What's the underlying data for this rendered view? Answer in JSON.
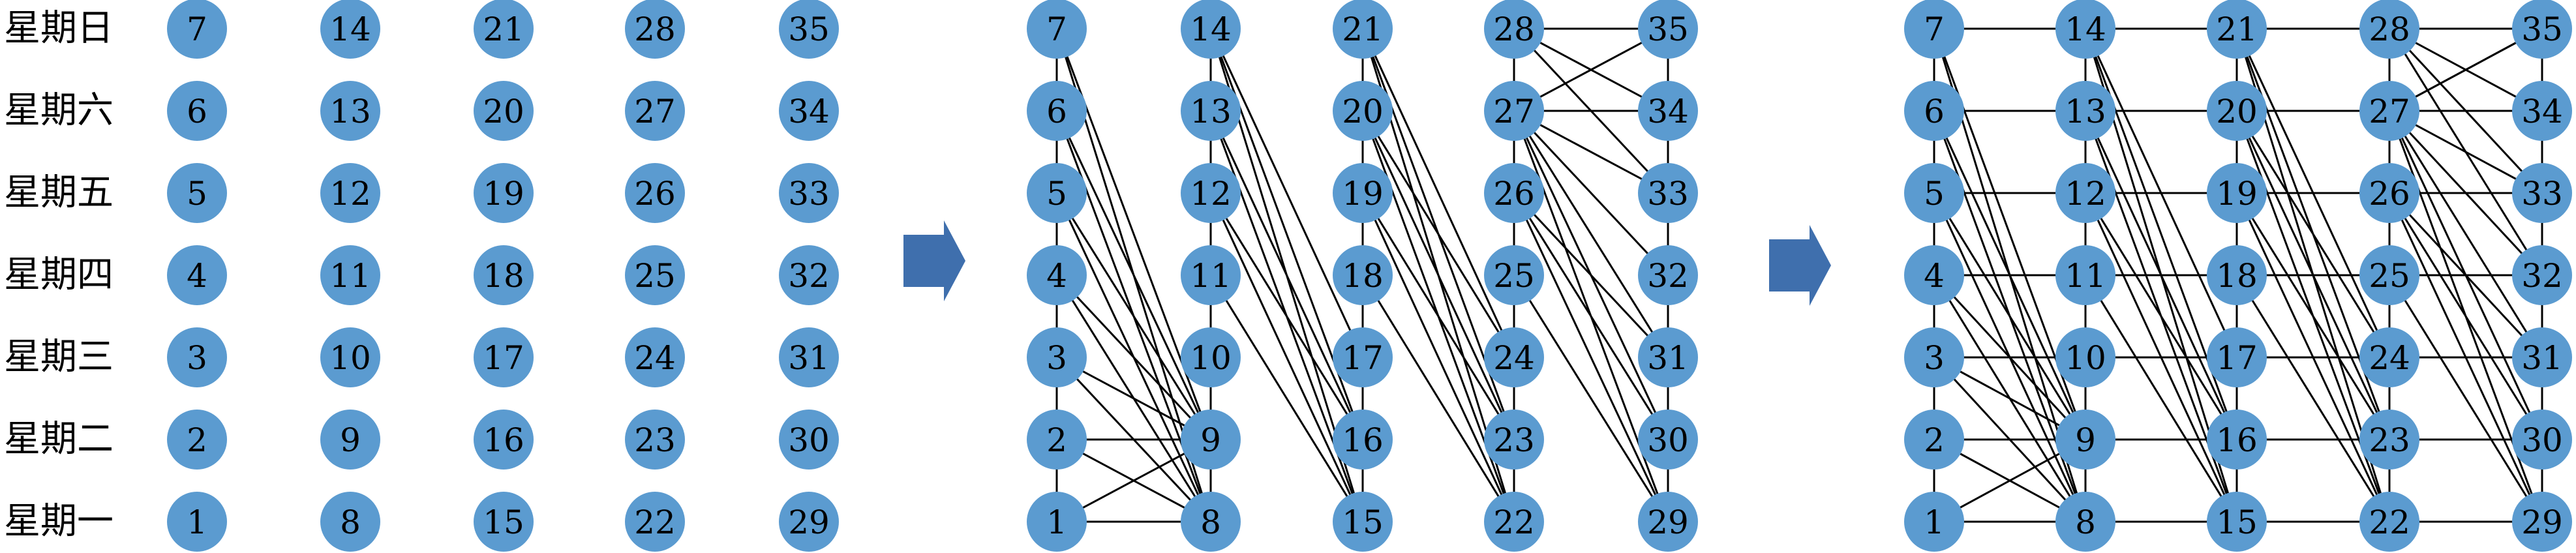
{
  "colors": {
    "node_fill": "#5b9bd0",
    "node_text": "#000000",
    "edge": "#000000",
    "arrow_fill": "#3f6fad",
    "label_text": "#000000"
  },
  "weekday_labels": [
    "星期日",
    "星期六",
    "星期五",
    "星期四",
    "星期三",
    "星期二",
    "星期一"
  ],
  "node_grid": [
    [
      "7",
      "14",
      "21",
      "28",
      "35"
    ],
    [
      "6",
      "13",
      "20",
      "27",
      "34"
    ],
    [
      "5",
      "12",
      "19",
      "26",
      "33"
    ],
    [
      "4",
      "11",
      "18",
      "25",
      "32"
    ],
    [
      "3",
      "10",
      "17",
      "24",
      "31"
    ],
    [
      "2",
      "9",
      "16",
      "23",
      "30"
    ],
    [
      "1",
      "8",
      "15",
      "22",
      "29"
    ]
  ],
  "panel2": {
    "edges": [
      [
        1,
        2
      ],
      [
        2,
        3
      ],
      [
        3,
        4
      ],
      [
        4,
        5
      ],
      [
        5,
        6
      ],
      [
        6,
        7
      ],
      [
        8,
        9
      ],
      [
        9,
        10
      ],
      [
        10,
        11
      ],
      [
        11,
        12
      ],
      [
        12,
        13
      ],
      [
        13,
        14
      ],
      [
        15,
        16
      ],
      [
        16,
        17
      ],
      [
        17,
        18
      ],
      [
        18,
        19
      ],
      [
        19,
        20
      ],
      [
        20,
        21
      ],
      [
        22,
        23
      ],
      [
        23,
        24
      ],
      [
        24,
        25
      ],
      [
        25,
        26
      ],
      [
        26,
        27
      ],
      [
        27,
        28
      ],
      [
        29,
        30
      ],
      [
        30,
        31
      ],
      [
        31,
        32
      ],
      [
        32,
        33
      ],
      [
        33,
        34
      ],
      [
        34,
        35
      ],
      [
        1,
        8
      ],
      [
        1,
        9
      ],
      [
        2,
        8
      ],
      [
        2,
        9
      ],
      [
        3,
        8
      ],
      [
        3,
        9
      ],
      [
        4,
        8
      ],
      [
        4,
        9
      ],
      [
        5,
        8
      ],
      [
        5,
        9
      ],
      [
        6,
        8
      ],
      [
        6,
        9
      ],
      [
        7,
        8
      ],
      [
        7,
        9
      ],
      [
        14,
        15
      ],
      [
        14,
        16
      ],
      [
        14,
        17
      ],
      [
        13,
        15
      ],
      [
        13,
        16
      ],
      [
        12,
        15
      ],
      [
        12,
        16
      ],
      [
        11,
        15
      ],
      [
        21,
        22
      ],
      [
        21,
        23
      ],
      [
        21,
        24
      ],
      [
        20,
        22
      ],
      [
        20,
        23
      ],
      [
        20,
        24
      ],
      [
        19,
        22
      ],
      [
        19,
        23
      ],
      [
        18,
        22
      ],
      [
        28,
        35
      ],
      [
        28,
        34
      ],
      [
        27,
        35
      ],
      [
        27,
        34
      ],
      [
        27,
        33
      ],
      [
        27,
        32
      ],
      [
        27,
        31
      ],
      [
        27,
        30
      ],
      [
        27,
        29
      ],
      [
        26,
        29
      ],
      [
        26,
        30
      ],
      [
        26,
        31
      ],
      [
        25,
        29
      ],
      [
        28,
        33
      ]
    ]
  },
  "panel3": {
    "edges": [
      [
        1,
        2
      ],
      [
        2,
        3
      ],
      [
        3,
        4
      ],
      [
        4,
        5
      ],
      [
        5,
        6
      ],
      [
        6,
        7
      ],
      [
        8,
        9
      ],
      [
        9,
        10
      ],
      [
        10,
        11
      ],
      [
        11,
        12
      ],
      [
        12,
        13
      ],
      [
        13,
        14
      ],
      [
        15,
        16
      ],
      [
        16,
        17
      ],
      [
        17,
        18
      ],
      [
        18,
        19
      ],
      [
        19,
        20
      ],
      [
        20,
        21
      ],
      [
        22,
        23
      ],
      [
        23,
        24
      ],
      [
        24,
        25
      ],
      [
        25,
        26
      ],
      [
        26,
        27
      ],
      [
        27,
        28
      ],
      [
        29,
        30
      ],
      [
        30,
        31
      ],
      [
        31,
        32
      ],
      [
        32,
        33
      ],
      [
        33,
        34
      ],
      [
        34,
        35
      ],
      [
        1,
        8
      ],
      [
        2,
        9
      ],
      [
        3,
        10
      ],
      [
        4,
        11
      ],
      [
        5,
        12
      ],
      [
        6,
        13
      ],
      [
        7,
        14
      ],
      [
        8,
        15
      ],
      [
        9,
        16
      ],
      [
        10,
        17
      ],
      [
        11,
        18
      ],
      [
        12,
        19
      ],
      [
        13,
        20
      ],
      [
        14,
        21
      ],
      [
        15,
        22
      ],
      [
        16,
        23
      ],
      [
        17,
        24
      ],
      [
        18,
        25
      ],
      [
        19,
        26
      ],
      [
        20,
        27
      ],
      [
        21,
        28
      ],
      [
        22,
        29
      ],
      [
        23,
        30
      ],
      [
        24,
        31
      ],
      [
        25,
        32
      ],
      [
        26,
        33
      ],
      [
        27,
        34
      ],
      [
        28,
        35
      ],
      [
        1,
        9
      ],
      [
        2,
        8
      ],
      [
        3,
        8
      ],
      [
        3,
        9
      ],
      [
        4,
        8
      ],
      [
        4,
        9
      ],
      [
        5,
        8
      ],
      [
        5,
        9
      ],
      [
        6,
        8
      ],
      [
        6,
        9
      ],
      [
        7,
        8
      ],
      [
        7,
        9
      ],
      [
        14,
        15
      ],
      [
        14,
        16
      ],
      [
        14,
        17
      ],
      [
        13,
        15
      ],
      [
        13,
        16
      ],
      [
        12,
        15
      ],
      [
        12,
        16
      ],
      [
        11,
        15
      ],
      [
        21,
        22
      ],
      [
        21,
        23
      ],
      [
        21,
        24
      ],
      [
        20,
        22
      ],
      [
        20,
        23
      ],
      [
        20,
        24
      ],
      [
        19,
        22
      ],
      [
        19,
        23
      ],
      [
        18,
        22
      ],
      [
        28,
        34
      ],
      [
        27,
        35
      ],
      [
        27,
        33
      ],
      [
        27,
        32
      ],
      [
        27,
        31
      ],
      [
        27,
        30
      ],
      [
        27,
        29
      ],
      [
        26,
        29
      ],
      [
        26,
        30
      ],
      [
        26,
        31
      ],
      [
        25,
        29
      ],
      [
        28,
        33
      ],
      [
        28,
        32
      ],
      [
        27,
        35
      ],
      [
        26,
        33
      ]
    ]
  }
}
